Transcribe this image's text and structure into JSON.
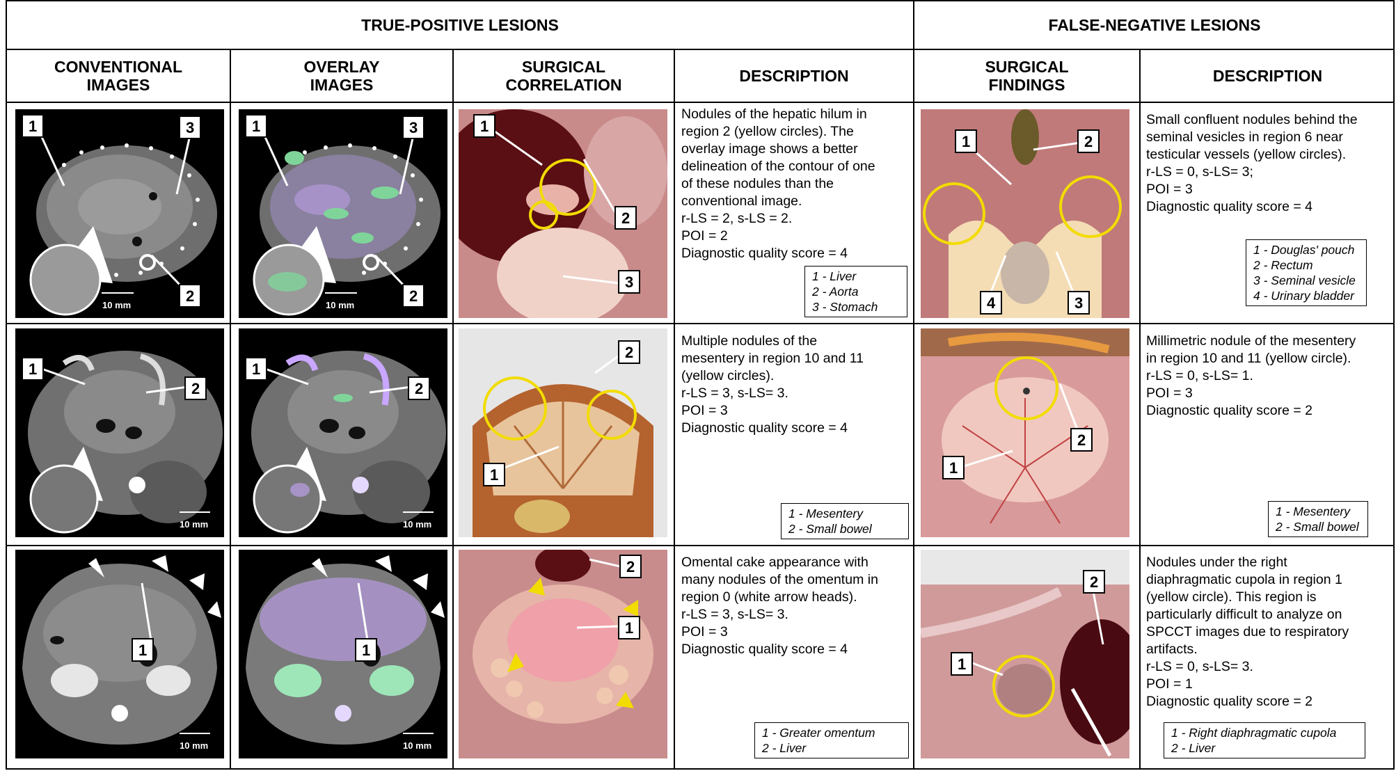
{
  "headers": {
    "true_positive": "TRUE-POSITIVE LESIONS",
    "false_negative": "FALSE-NEGATIVE LESIONS",
    "conventional": "CONVENTIONAL\nIMAGES",
    "overlay": "OVERLAY\nIMAGES",
    "surgical_correlation": "SURGICAL\nCORRELATION",
    "description": "DESCRIPTION",
    "surgical_findings": "SURGICAL\nFINDINGS",
    "description2": "DESCRIPTION"
  },
  "scale_label": "10 mm",
  "rows": [
    {
      "tp_labels": [
        "1",
        "2",
        "3"
      ],
      "fn_labels": [
        "1",
        "2",
        "3",
        "4"
      ],
      "tp_description": "Nodules of the hepatic hilum in\nregion 2 (yellow circles). The\noverlay image shows a better\ndelineation of the contour of one\nof these nodules than the\nconventional image.\nr-LS = 2, s-LS = 2.\nPOI = 2\nDiagnostic quality score = 4",
      "tp_legend": [
        "1 - Liver",
        "2 - Aorta",
        "3 - Stomach"
      ],
      "fn_description": "Small confluent nodules behind the\nseminal vesicles in region 6 near\ntesticular vessels (yellow circles).\nr-LS = 0, s-LS= 3;\nPOI = 3\nDiagnostic quality score = 4",
      "fn_legend": [
        "1 - Douglas' pouch",
        "2 - Rectum",
        "3 - Seminal vesicle",
        "4 - Urinary bladder"
      ]
    },
    {
      "tp_labels": [
        "1",
        "2"
      ],
      "fn_labels": [
        "1",
        "2"
      ],
      "tp_description": "Multiple nodules of the\nmesentery in region 10 and 11\n(yellow circles).\nr-LS = 3, s-LS= 3.\nPOI = 3\nDiagnostic quality score = 4",
      "tp_legend": [
        "1 - Mesentery",
        "2 - Small bowel"
      ],
      "fn_description": "Millimetric nodule of the mesentery\nin region 10 and 11 (yellow circle).\nr-LS = 0, s-LS= 1.\nPOI = 3\nDiagnostic quality score = 2",
      "fn_legend": [
        "1 - Mesentery",
        "2 - Small bowel"
      ]
    },
    {
      "tp_labels": [
        "1",
        "2"
      ],
      "fn_labels": [
        "1",
        "2"
      ],
      "tp_description": "Omental cake appearance with\nmany nodules of the omentum in\nregion 0 (white arrow heads).\nr-LS = 3, s-LS= 3.\nPOI = 3\nDiagnostic quality score = 4",
      "tp_legend": [
        "1 - Greater omentum",
        "2 - Liver"
      ],
      "fn_description": "Nodules under the right\ndiaphragmatic cupola in region 1\n(yellow circle). This region is\nparticularly difficult to analyze on\nSPCCT images due to respiratory\nartifacts.\nr-LS = 0, s-LS= 3.\nPOI = 1\nDiagnostic quality score = 2",
      "fn_legend": [
        "1 - Right diaphragmatic cupola",
        "2 - Liver"
      ]
    }
  ]
}
